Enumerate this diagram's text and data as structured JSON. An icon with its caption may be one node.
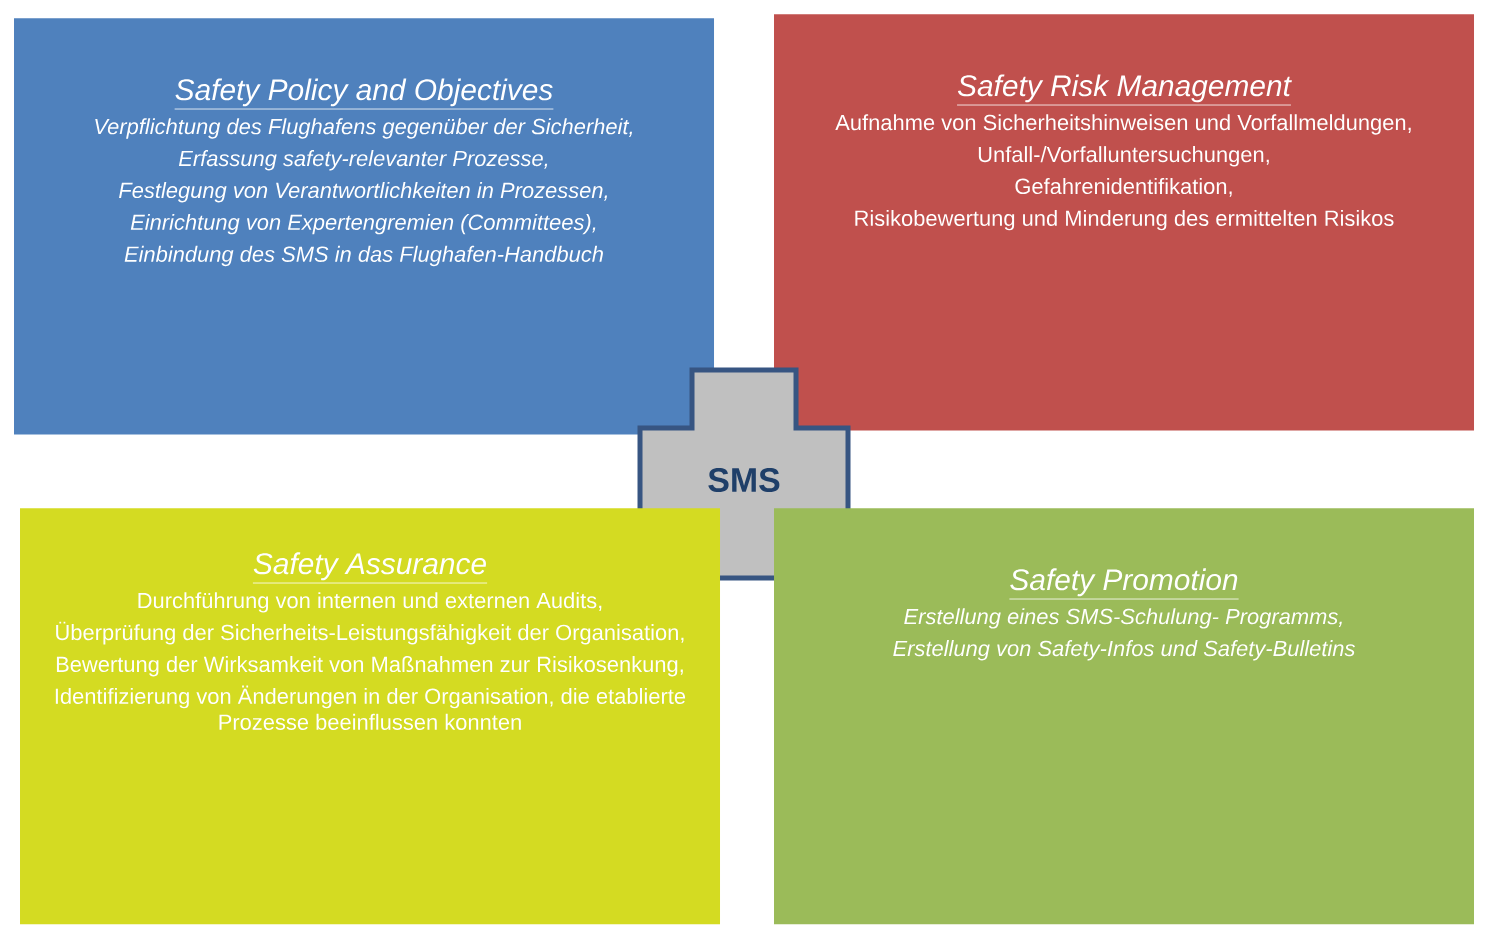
{
  "diagram": {
    "nodes": [
      {
        "text": [
          "Safety Policy and Objectives",
          "Verpflichtung des Flughafens gegenüber der Sicherheit,",
          "Erfassung safety-relevanter Prozesse,",
          "Festlegung von Verantwortlichkeiten in Prozessen,",
          "Einrichtung von Expertengremien (Committees),",
          "Einbindung des SMS in das Flughafen-Handbuch"
        ]
      },
      {
        "text": [
          "Safety Risk Management",
          "Aufnahme von Sicherheitshinweisen und Vorfallmeldungen,",
          "Unfall-/Vorfalluntersuchungen,",
          "Gefahrenidentifikation,",
          "Risikobewertung und Minderung des ermittelten Risikos"
        ]
      },
      {
        "text": [
          "SMS"
        ]
      },
      {
        "text": [
          "Safety Assurance",
          "Durchführung von internen und externen Audits,",
          "Überprüfung der Sicherheits-Leistungsfähigkeit der Organisation,",
          "Bewertung der Wirksamkeit von Maßnahmen zur Risikosenkung,",
          "Identifizierung von Änderungen in der Organisation, die etablierte Prozesse beeinflussen konnten"
        ]
      },
      {
        "text": [
          "Safety Promotion",
          "Erstellung eines SMS-Schulung- Programms,",
          "Erstellung von Safety-Infos und Safety-Bulletins"
        ]
      }
    ]
  }
}
